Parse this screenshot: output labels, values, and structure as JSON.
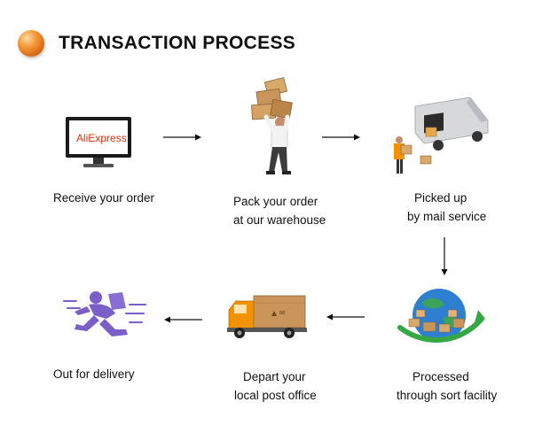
{
  "header": {
    "title": "TRANSACTION PROCESS"
  },
  "brand": {
    "logo_text_ali": "Ali",
    "logo_text_express": "Express",
    "accent": "#e62e04"
  },
  "colors": {
    "bullet": "#e9861f",
    "truck_orange": "#f39200",
    "box": "#c9955a",
    "courier": "#7b5ec7"
  },
  "steps": [
    {
      "icon": "monitor-icon",
      "line1": "Receive your order",
      "line2": ""
    },
    {
      "icon": "man-carrying-boxes-icon",
      "line1": "Pack your order",
      "line2": "at our warehouse"
    },
    {
      "icon": "mail-van-icon",
      "line1": "Picked up",
      "line2": "by mail service"
    },
    {
      "icon": "globe-sorting-icon",
      "line1": "Processed",
      "line2": "through sort facility"
    },
    {
      "icon": "delivery-truck-icon",
      "line1": "Depart your",
      "line2": "local post office"
    },
    {
      "icon": "running-courier-icon",
      "line1": "Out for delivery",
      "line2": ""
    }
  ]
}
